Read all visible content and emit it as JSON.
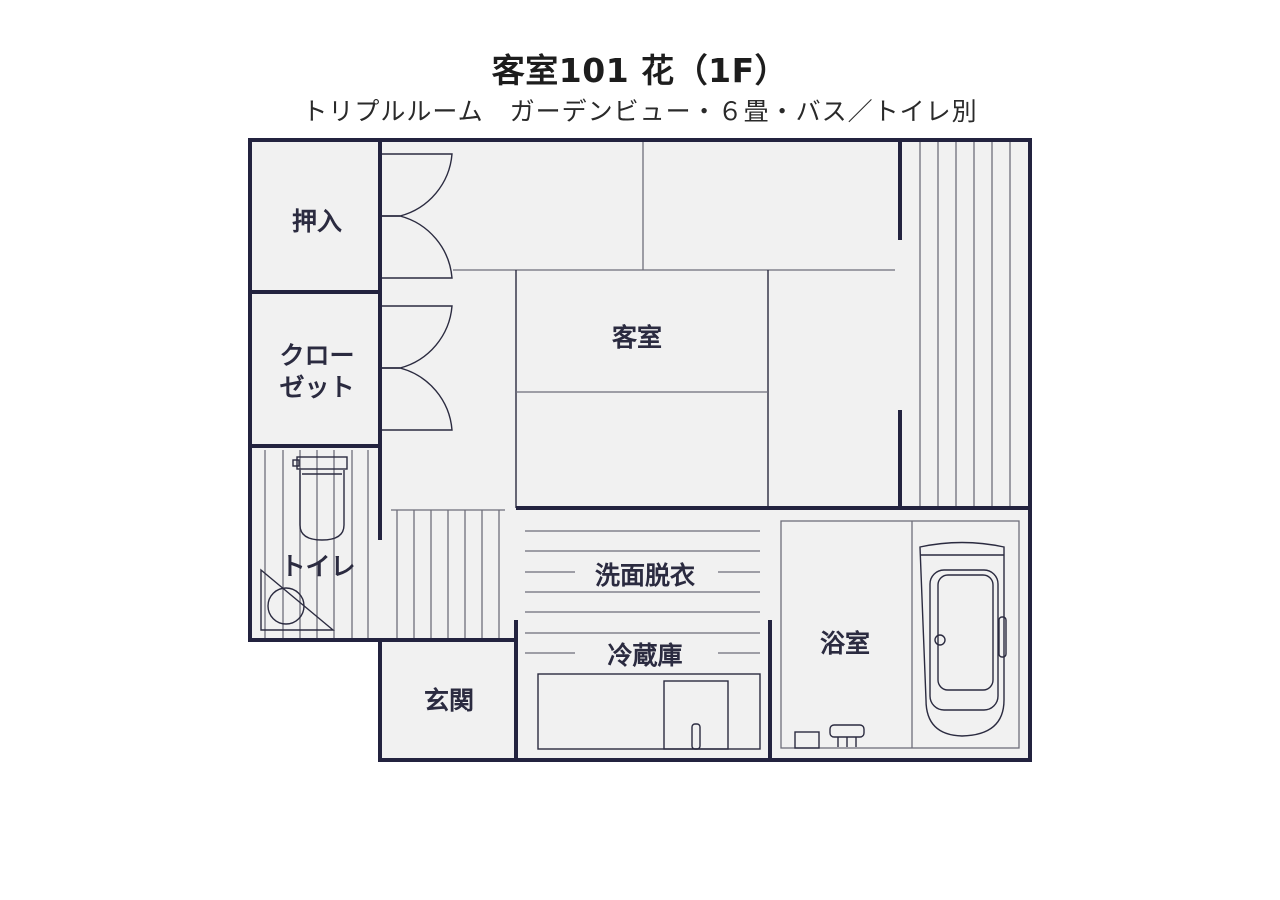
{
  "header": {
    "title": "客室101 花（1F）",
    "subtitle": "トリプルルーム　ガーデンビュー・６畳・バス／トイレ別"
  },
  "floor_plan": {
    "colors": {
      "wall": "#23233f",
      "floor": "#f1f1f1",
      "line": "#2b2b40"
    },
    "rooms": {
      "oshiire": "押入",
      "closet_line1": "クロー",
      "closet_line2": "ゼット",
      "toilet": "トイレ",
      "guest_room": "客室",
      "washroom": "洗面脱衣",
      "refrigerator": "冷蔵庫",
      "bathroom": "浴室",
      "entrance": "玄関"
    }
  }
}
